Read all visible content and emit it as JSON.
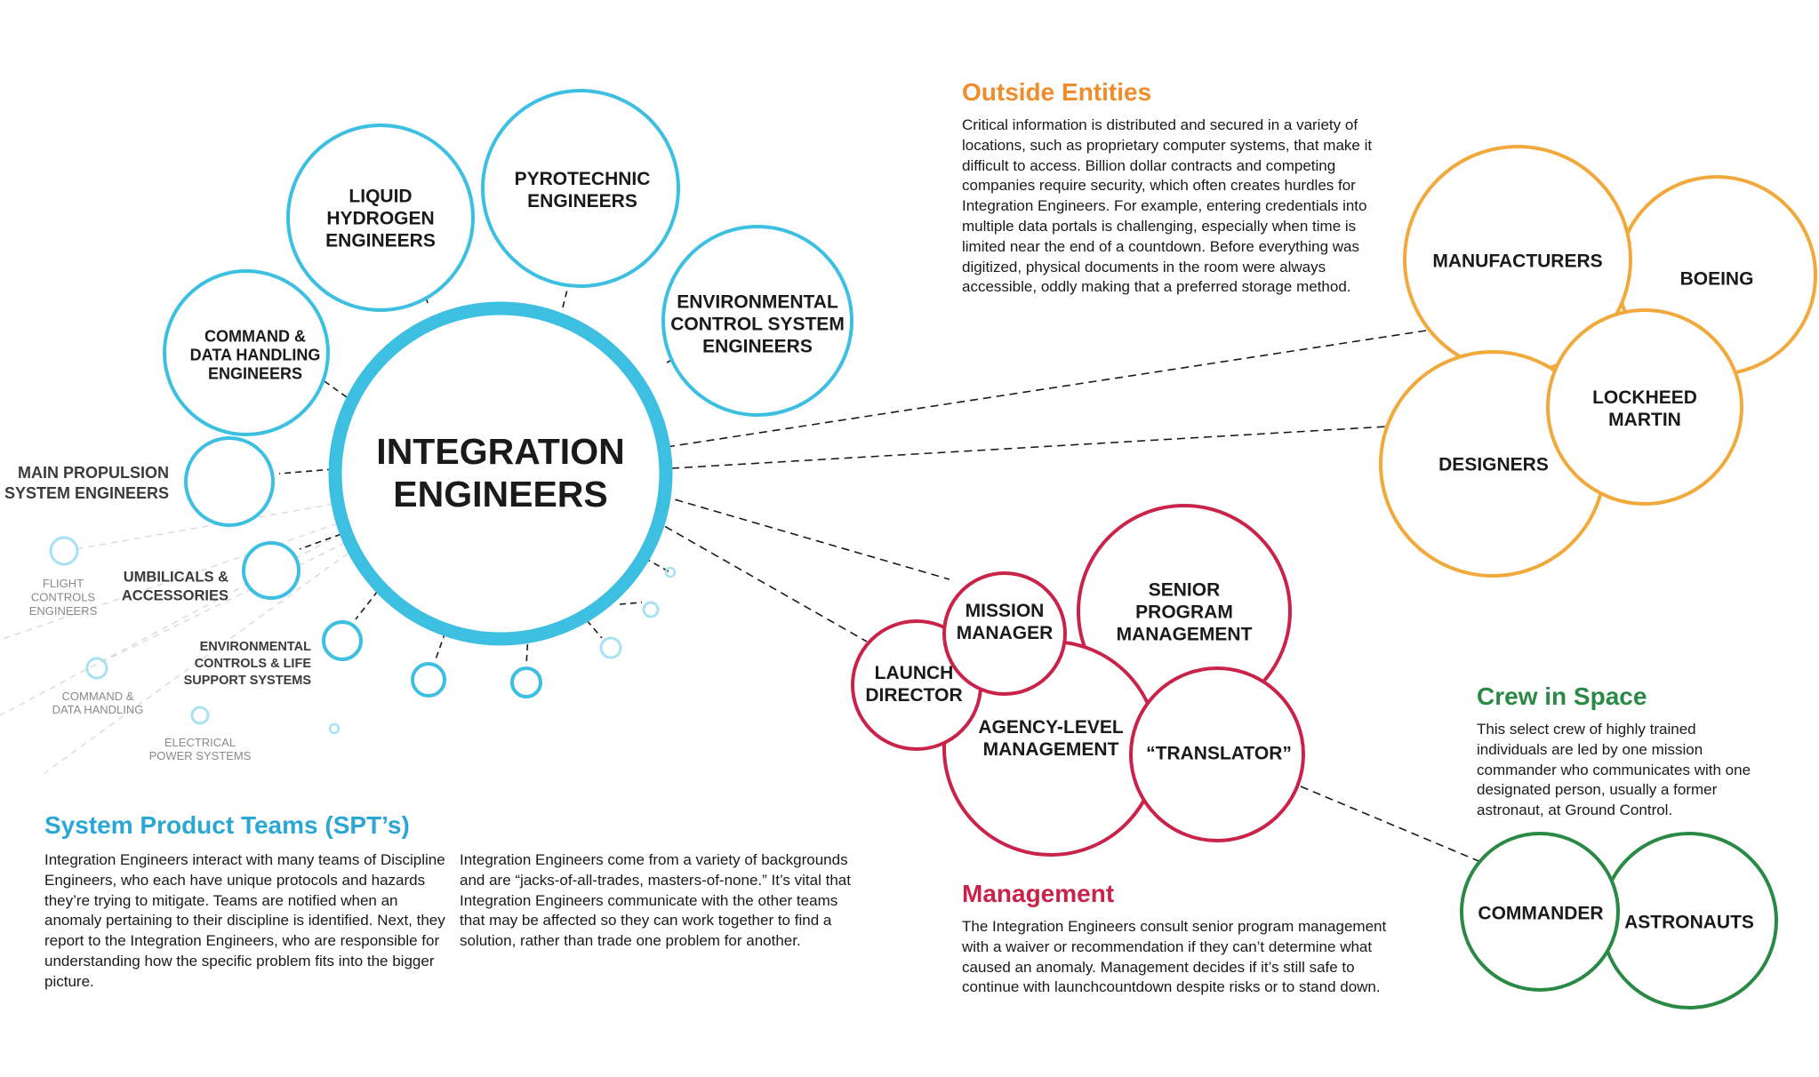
{
  "colors": {
    "blue": "#3dbfe2",
    "orange": "#f2a93b",
    "red": "#c9234a",
    "green": "#2a8a45",
    "heading_blue": "#2ba7d4",
    "heading_orange": "#ef8c2b",
    "heading_red": "#c9234a",
    "heading_green": "#2a8a45"
  },
  "center": {
    "lines": [
      "INTEGRATION",
      "ENGINEERS"
    ]
  },
  "discipline_teams": {
    "liquid_hydrogen": [
      "LIQUID",
      "HYDROGEN",
      "ENGINEERS"
    ],
    "pyrotechnic": [
      "PYROTECHNIC",
      "ENGINEERS"
    ],
    "environmental": [
      "ENVIRONMENTAL",
      "CONTROL SYSTEM",
      "ENGINEERS"
    ],
    "command_data": [
      "COMMAND &",
      "DATA HANDLING",
      "ENGINEERS"
    ],
    "main_propulsion": [
      "MAIN PROPULSION",
      "SYSTEM ENGINEERS"
    ],
    "umbilicals": [
      "UMBILICALS &",
      "ACCESSORIES"
    ],
    "env_controls_life": [
      "ENVIRONMENTAL",
      "CONTROLS & LIFE",
      "SUPPORT SYSTEMS"
    ]
  },
  "minor_teams": {
    "flight_controls": [
      "FLIGHT",
      "CONTROLS",
      "ENGINEERS"
    ],
    "command_data_handling": [
      "COMMAND &",
      "DATA HANDLING"
    ],
    "electrical_power": [
      "ELECTRICAL",
      "POWER SYSTEMS"
    ]
  },
  "outside_entities": {
    "manufacturers": [
      "MANUFACTURERS"
    ],
    "boeing": [
      "BOEING"
    ],
    "lockheed": [
      "LOCKHEED",
      "MARTIN"
    ],
    "designers": [
      "DESIGNERS"
    ]
  },
  "management_nodes": {
    "mission_manager": [
      "MISSION",
      "MANAGER"
    ],
    "senior_program": [
      "SENIOR",
      "PROGRAM",
      "MANAGEMENT"
    ],
    "launch_director": [
      "LAUNCH",
      "DIRECTOR"
    ],
    "agency_level": [
      "AGENCY-LEVEL",
      "MANAGEMENT"
    ],
    "translator": [
      "“TRANSLATOR”"
    ]
  },
  "crew_nodes": {
    "commander": [
      "COMMANDER"
    ],
    "astronauts": [
      "ASTRONAUTS"
    ]
  },
  "sections": {
    "spt": {
      "heading": "System Product Teams (SPT’s)",
      "col1": "Integration Engineers interact with many teams of Discipline Engineers, who each have unique protocols and hazards they’re trying to mitigate. Teams are notified when an anomaly pertaining to their discipline is identified. Next, they report to the Integration Engineers, who are responsible for understanding how the specific problem fits into the bigger picture.",
      "col2": "Integration Engineers come from a variety of backgrounds and are “jacks-of-all-trades, masters-of-none.” It’s vital that Integration Engineers communicate with the other teams that may be affected so they can work together to find a solution, rather than trade one problem for another."
    },
    "outside": {
      "heading": "Outside Entities",
      "body": "Critical information is distributed and secured in a variety of locations, such as proprietary computer systems, that make it difficult to access. Billion dollar contracts and competing companies require security, which often creates hurdles for Integration Engineers. For example, entering credentials into multiple data portals is challenging, especially when time is limited near the end of a countdown. Before everything was digitized, physical documents in the room were always accessible, oddly making that a preferred storage method."
    },
    "management": {
      "heading": "Management",
      "body": "The Integration Engineers consult senior program management with a waiver or recommendation if they can’t determine what caused an anomaly. Management decides if it’s still safe to continue with launchcountdown despite risks or to stand down."
    },
    "crew": {
      "heading": "Crew in Space",
      "body": "This select crew of highly trained individuals are led by one mission commander who communicates with one designated person, usually a former astronaut, at Ground Control."
    }
  }
}
